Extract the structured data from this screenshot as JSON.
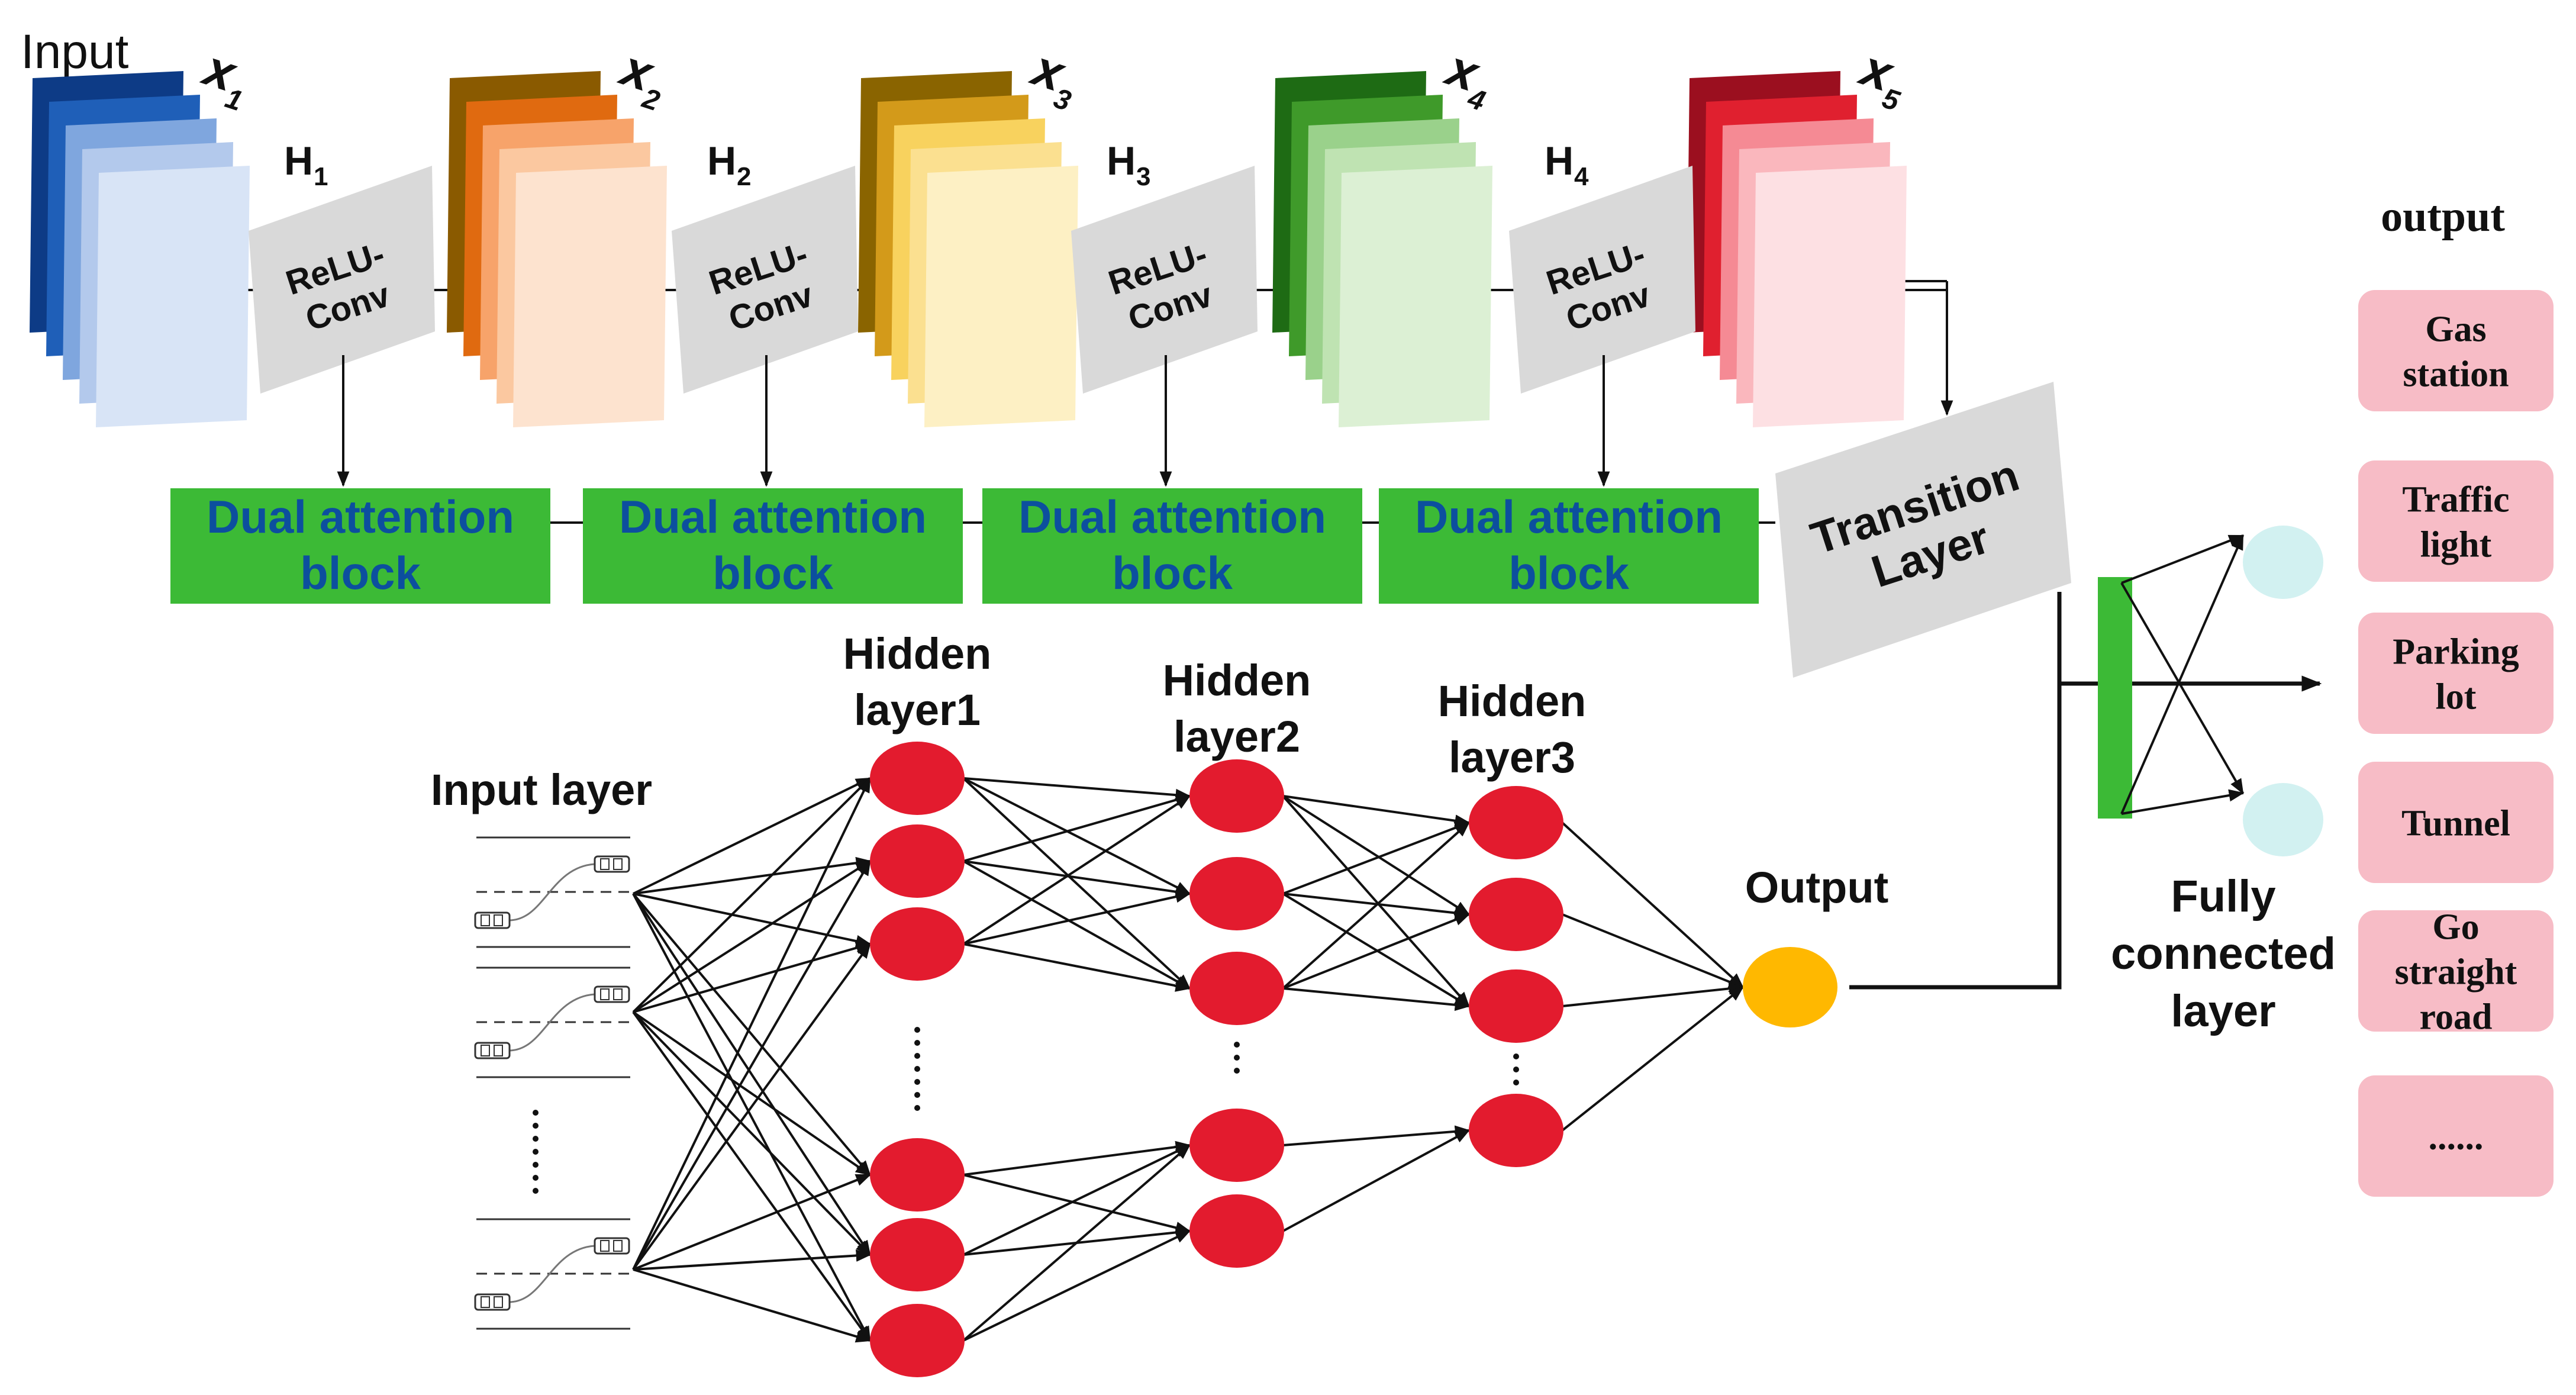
{
  "input_label": "Input",
  "feature_maps": [
    {
      "sym": "x",
      "sub": "1",
      "colors": [
        "#0d3b86",
        "#1f5fb8",
        "#7fa6de",
        "#b3c9ec",
        "#d8e4f6"
      ]
    },
    {
      "sym": "x",
      "sub": "2",
      "colors": [
        "#8a5a00",
        "#e06a10",
        "#f7a36a",
        "#fbc8a0",
        "#fde3cf"
      ]
    },
    {
      "sym": "x",
      "sub": "3",
      "colors": [
        "#8a6400",
        "#d39a1a",
        "#f8d25e",
        "#fbe090",
        "#fdf0c4"
      ]
    },
    {
      "sym": "x",
      "sub": "4",
      "colors": [
        "#1e6b14",
        "#3f9a2a",
        "#9ad18b",
        "#bfe3b2",
        "#dcf0d4"
      ]
    },
    {
      "sym": "x",
      "sub": "5",
      "colors": [
        "#9b0f1f",
        "#e0202f",
        "#f58a94",
        "#fab7bd",
        "#fde0e3"
      ]
    }
  ],
  "h_labels": [
    {
      "sym": "H",
      "sub": "1"
    },
    {
      "sym": "H",
      "sub": "2"
    },
    {
      "sym": "H",
      "sub": "3"
    },
    {
      "sym": "H",
      "sub": "4"
    }
  ],
  "conv_label_line1": "ReLU-",
  "conv_label_line2": "Conv",
  "dual_attention": {
    "line1": "Dual attention",
    "line2": "block"
  },
  "transition": {
    "line1": "Transition",
    "line2": "Layer"
  },
  "nn": {
    "input_layer": "Input layer",
    "hidden1": {
      "line1": "Hidden",
      "line2": "layer1"
    },
    "hidden2": {
      "line1": "Hidden",
      "line2": "layer2"
    },
    "hidden3": {
      "line1": "Hidden",
      "line2": "layer3"
    },
    "output": "Output"
  },
  "fc_label": {
    "line1": "Fully",
    "line2": "connected",
    "line3": "layer"
  },
  "output_title": "output",
  "outputs": [
    {
      "line1": "Gas",
      "line2": "station"
    },
    {
      "line1": "Traffic",
      "line2": "light"
    },
    {
      "line1": "Parking",
      "line2": "lot"
    },
    {
      "line1": "Tunnel"
    },
    {
      "line1": "Go",
      "line2": "straight",
      "line3": "road"
    },
    {
      "line1": "......"
    }
  ],
  "colors": {
    "dual_attention_fill": "#3cba36",
    "dual_attention_text": "#0c4f9e",
    "conv_fill": "#d9d9d9",
    "neuron_red": "#e31b2e",
    "neuron_output": "#ffb800",
    "fc_bar": "#3cba36",
    "fc_node": "#d2f1f1",
    "output_box": "#f7bcc6"
  }
}
